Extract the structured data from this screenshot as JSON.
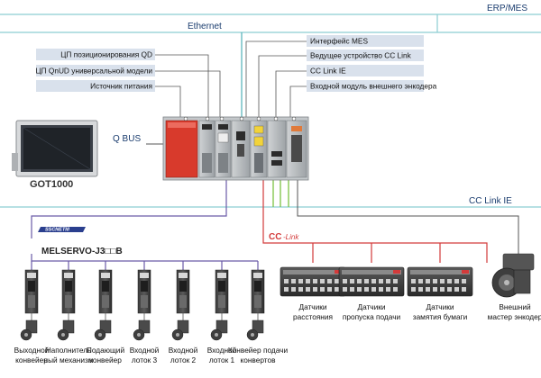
{
  "networks": {
    "erp": "ERP/MES",
    "ethernet": "Ethernet",
    "qbus": "Q BUS",
    "cclink_ie": "CC Link IE",
    "cclink_logo_a": "CC",
    "cclink_logo_b": "-Link",
    "sscnet_logo": "SSCNETIII",
    "servo_series": "MELSERVO-J3□□B"
  },
  "left_callouts": [
    "ЦП позиционирования QD",
    "ЦП QnUD универсальной модели",
    "Источник питания"
  ],
  "right_callouts": [
    "Интерфейс MES",
    "Ведущее устройство CC Link",
    "CC Link IE",
    "Входной модуль внешнего энкодера"
  ],
  "got": {
    "brand": "GOT1000"
  },
  "servos": [
    [
      "Выходной",
      "конвейер"
    ],
    [
      "Наполнитель",
      "ный механизм"
    ],
    [
      "Подающий",
      "конвейер"
    ],
    [
      "Входной",
      "лоток 3"
    ],
    [
      "Входной",
      "лоток 2"
    ],
    [
      "Входной",
      "лоток 1"
    ],
    [
      "Конвейер подачи",
      "конвертов"
    ]
  ],
  "sensors": [
    [
      "Датчики",
      "расстояния"
    ],
    [
      "Датчики",
      "пропуска подачи"
    ],
    [
      "Датчики",
      "замятия бумаги"
    ]
  ],
  "encoder": [
    "Внешний",
    "мастер энкодер"
  ],
  "colors": {
    "network": "#7fc4c9",
    "ethernet_teal": "#4fb0b8",
    "cclink_red": "#d33a3a",
    "cclink_ie_green": "#7cc243",
    "sscnet_purple": "#6a5aa8",
    "plc_red": "#d83a2c",
    "callout": "#d9e1ec"
  }
}
